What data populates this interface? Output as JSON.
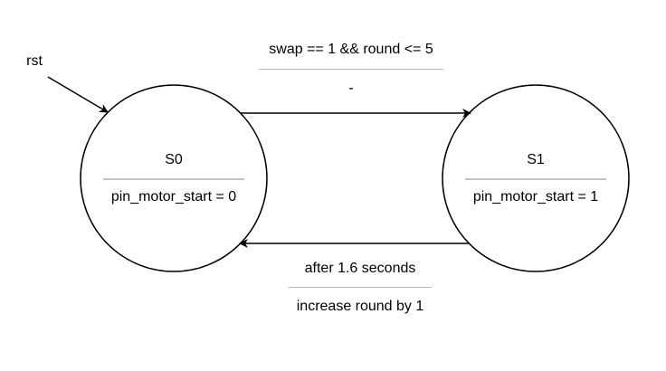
{
  "reset_label": "rst",
  "states": [
    {
      "name": "S0",
      "output": "pin_motor_start = 0"
    },
    {
      "name": "S1",
      "output": "pin_motor_start = 1"
    }
  ],
  "transitions": [
    {
      "from": "S0",
      "to": "S1",
      "condition": "swap == 1 && round <= 5",
      "action": "-"
    },
    {
      "from": "S1",
      "to": "S0",
      "condition": "after 1.6 seconds",
      "action": "increase round by 1"
    }
  ],
  "colors": {
    "stroke": "#000000",
    "divider": "#b3b3b3",
    "background": "#ffffff"
  }
}
